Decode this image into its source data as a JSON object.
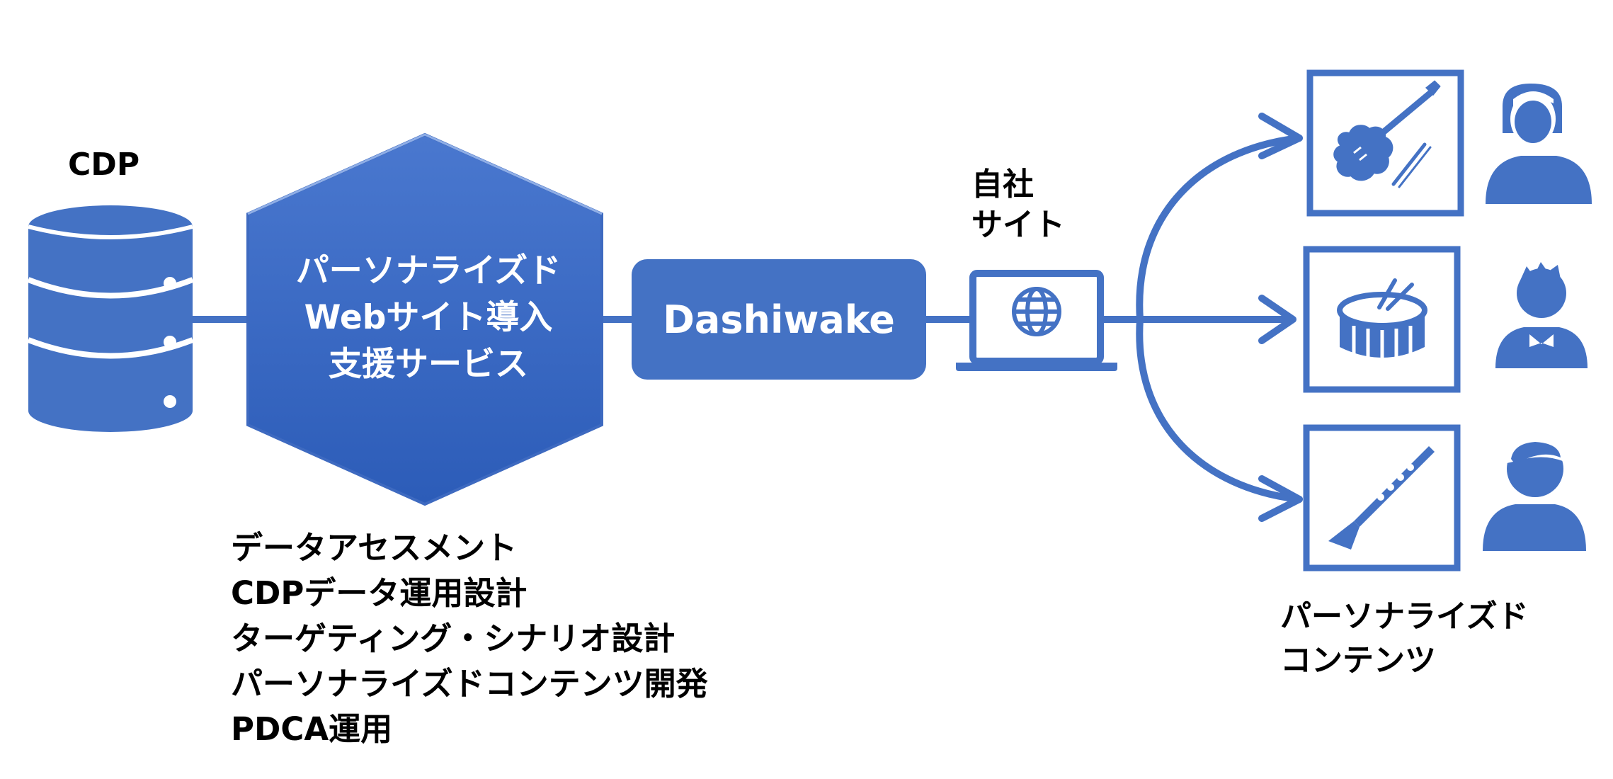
{
  "cdp": {
    "label": "CDP"
  },
  "hexagon": {
    "lines": [
      "パーソナライズド",
      "Webサイト導入",
      "支援サービス"
    ]
  },
  "dashiwake": {
    "label": "Dashiwake"
  },
  "own_site": {
    "lines": [
      "自社",
      "サイト"
    ]
  },
  "services": {
    "items": [
      "データアセスメント",
      "CDPデータ運用設計",
      "ターゲティング・シナリオ設計",
      "パーソナライズドコンテンツ開発",
      "PDCA運用"
    ]
  },
  "personalized_content": {
    "lines": [
      "パーソナライズド",
      "コンテンツ"
    ]
  },
  "content_cards": [
    {
      "icon": "violin-icon",
      "persona": "woman-user-icon"
    },
    {
      "icon": "drum-icon",
      "persona": "boy-user-icon"
    },
    {
      "icon": "clarinet-icon",
      "persona": "man-user-icon"
    }
  ],
  "colors": {
    "primary": "#4472C4",
    "primary_dark": "#2F5BB7",
    "white": "#FFFFFF"
  }
}
